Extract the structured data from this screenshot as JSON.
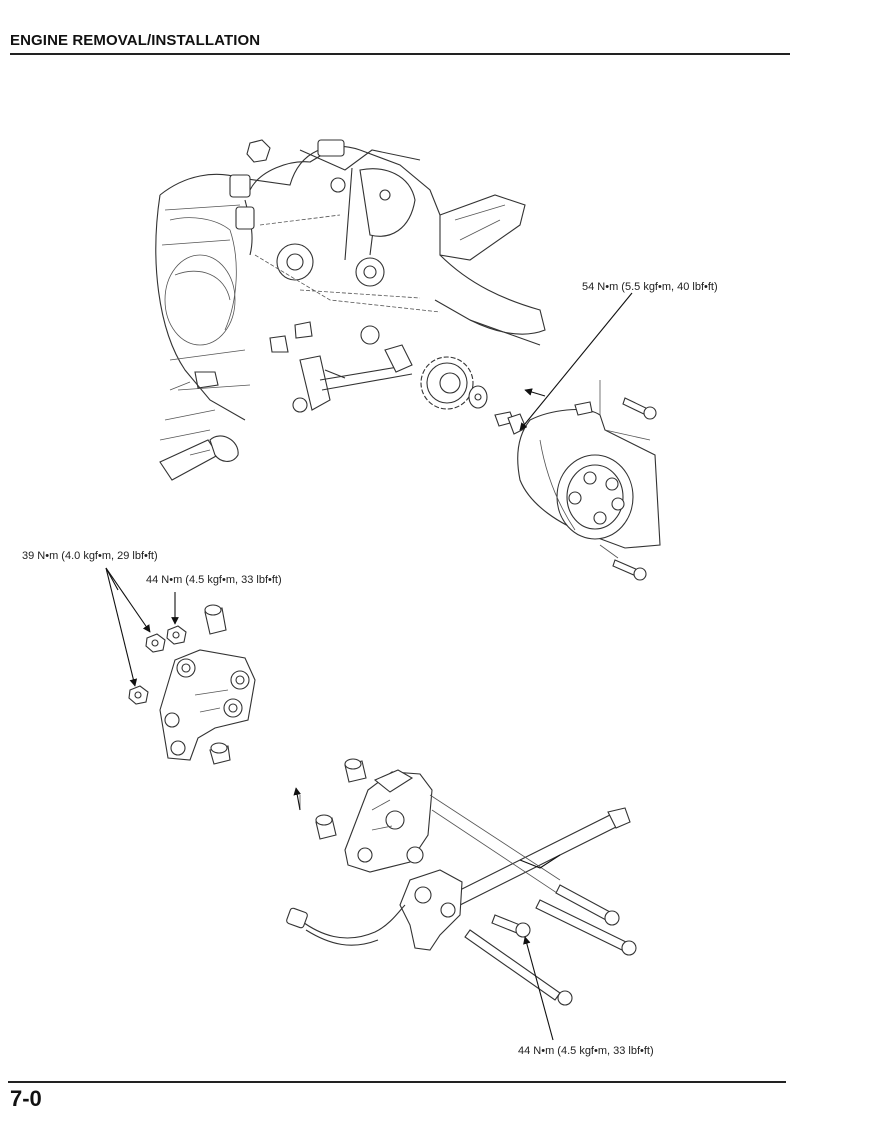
{
  "header": {
    "title": "ENGINE REMOVAL/INSTALLATION"
  },
  "footer": {
    "page_number": "7-0"
  },
  "callouts": {
    "drive_sprocket_bolt": "54 N•m (5.5 kgf•m, 40 lbf•ft)",
    "hanger_nuts": "39 N•m (4.0 kgf•m, 29 lbf•ft)",
    "hanger_nut_upper": "44 N•m (4.5 kgf•m, 33 lbf•ft)",
    "rear_hanger_bolts": "44 N•m (4.5 kgf•m, 33 lbf•ft)"
  }
}
